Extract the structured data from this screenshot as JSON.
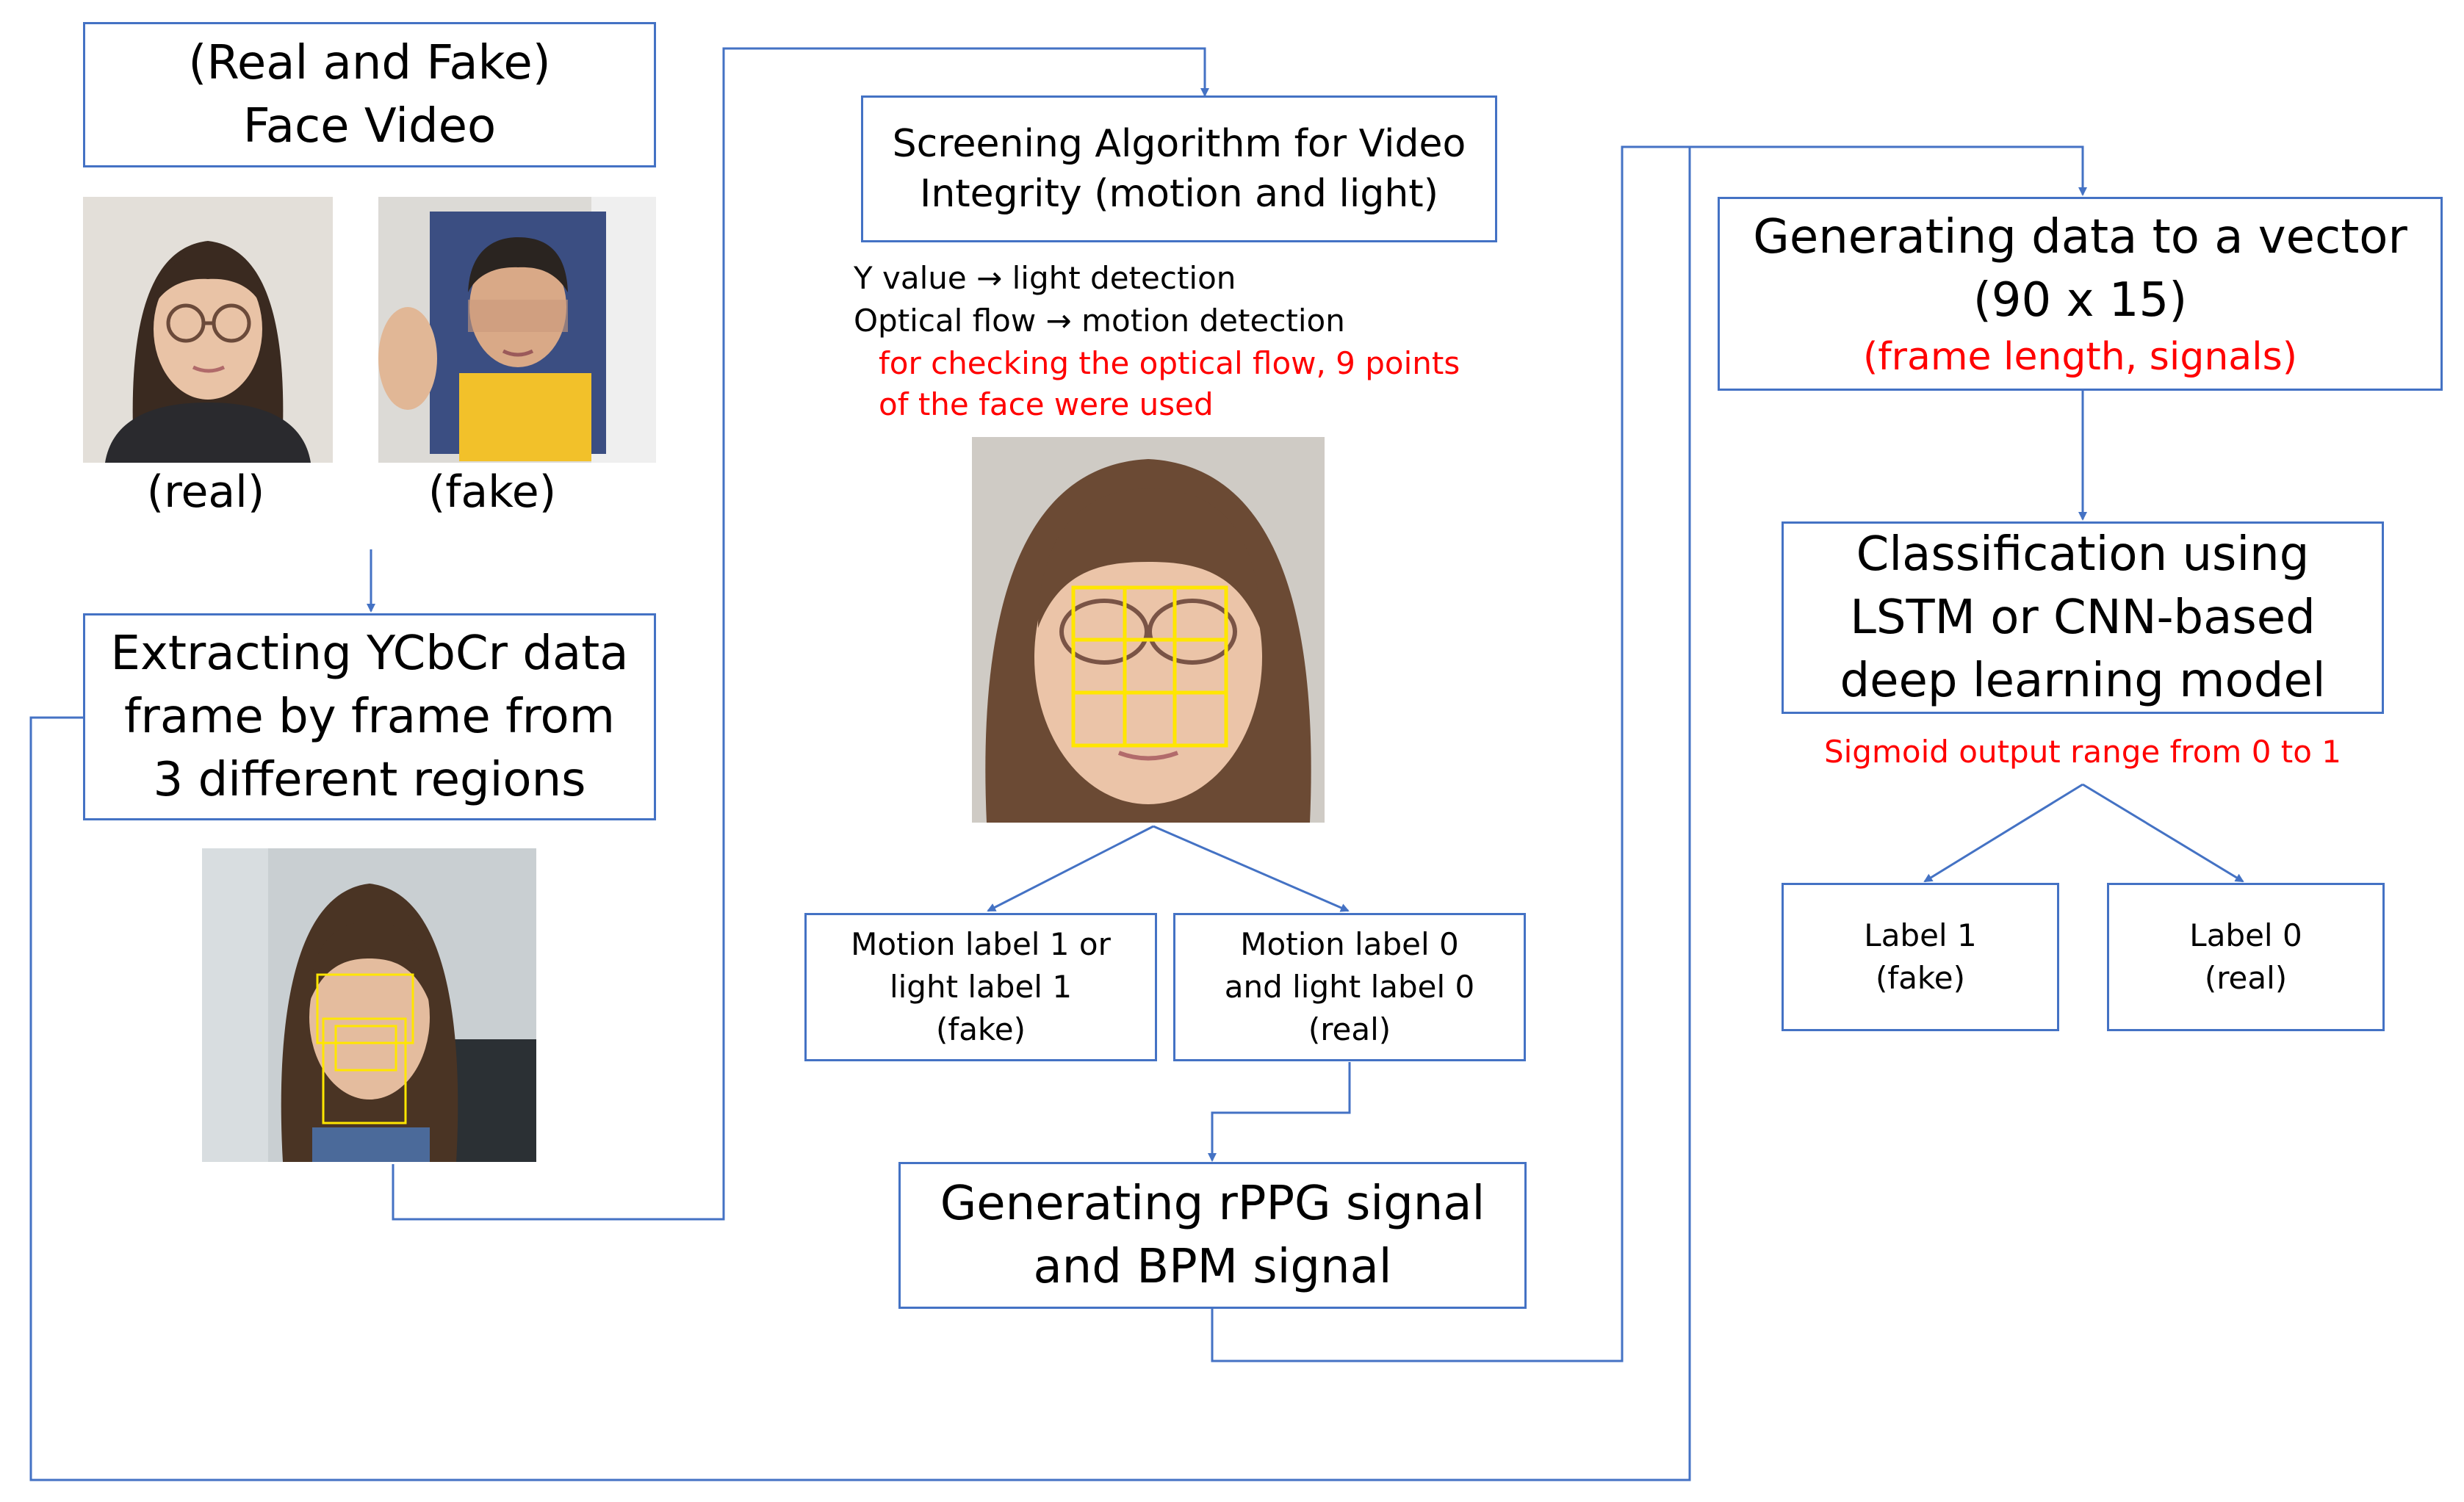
{
  "input_box": {
    "line1": "(Real and Fake)",
    "line2": "Face Video"
  },
  "photos": {
    "real_caption": "(real)",
    "fake_caption": "(fake)"
  },
  "extract_box": {
    "line1": "Extracting YCbCr data",
    "line2": "frame by frame from",
    "line3": "3 different regions"
  },
  "screening_box": {
    "line1": "Screening Algorithm for Video",
    "line2": "Integrity (motion and light)"
  },
  "screening_notes": {
    "y_value": "Y value → light detection",
    "optical_flow": "Optical flow → motion detection",
    "red_line1": "for checking the optical flow, 9 points",
    "red_line2": "of the face were used"
  },
  "motion_fake_box": {
    "line1": "Motion label 1 or",
    "line2": "light label 1",
    "line3": "(fake)"
  },
  "motion_real_box": {
    "line1": "Motion label 0",
    "line2": "and light label 0",
    "line3": "(real)"
  },
  "rppg_box": {
    "line1": "Generating rPPG signal",
    "line2": "and BPM signal"
  },
  "vector_box": {
    "line1": "Generating data to a vector",
    "line2": "(90 x 15)",
    "line3": "(frame length, signals)"
  },
  "classify_box": {
    "line1": "Classification using",
    "line2": "LSTM or CNN-based",
    "line3": "deep learning model"
  },
  "sigmoid_note": "Sigmoid output range from 0 to 1",
  "label_fake_box": {
    "line1": "Label 1",
    "line2": "(fake)"
  },
  "label_real_box": {
    "line1": "Label 0",
    "line2": "(real)"
  },
  "colors": {
    "line": "#4472C4",
    "box_border": "#4472C4",
    "highlight_text": "#FF0000",
    "roi_boxes": "#FFE600"
  }
}
